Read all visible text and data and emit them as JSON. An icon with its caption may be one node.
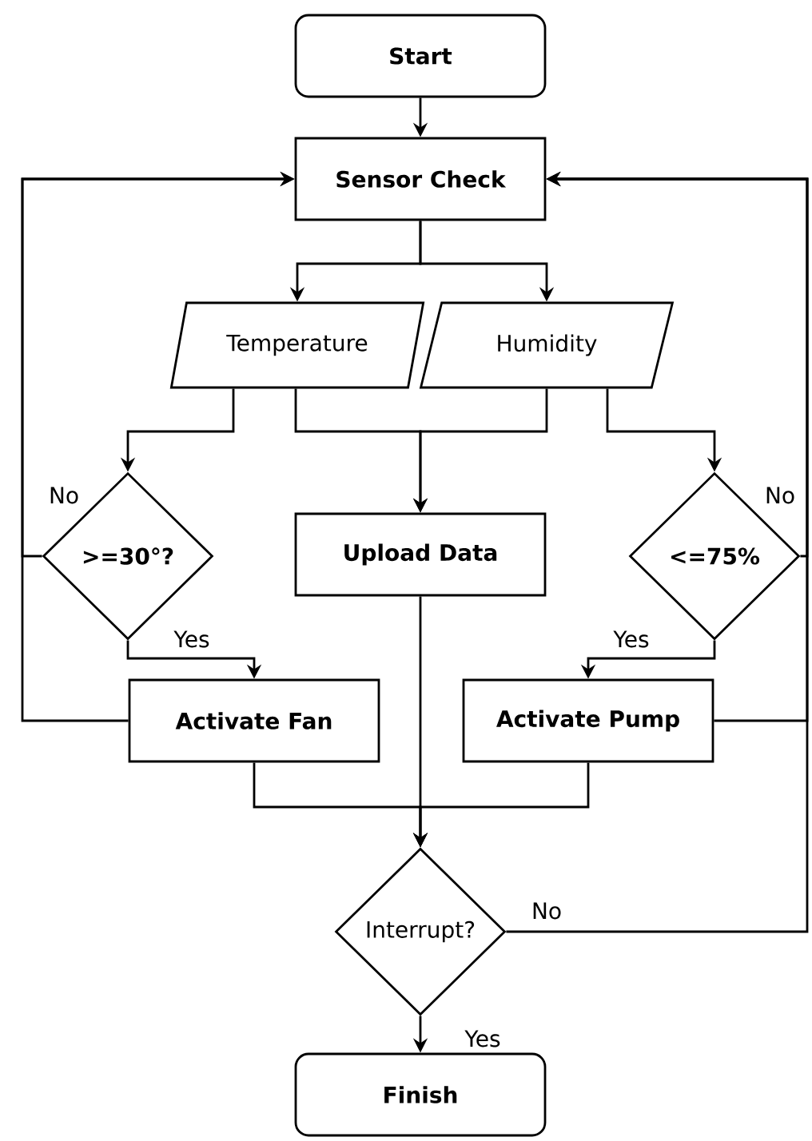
{
  "diagram": {
    "nodes": [
      {
        "text": [
          "Start"
        ]
      },
      {
        "text": [
          "Sensor Check"
        ]
      },
      {
        "text": [
          "Temperature"
        ]
      },
      {
        "text": [
          "Humidity"
        ]
      },
      {
        "text": [
          ">=30°?"
        ]
      },
      {
        "text": [
          "Upload Data"
        ]
      },
      {
        "text": [
          "<=75%"
        ]
      },
      {
        "text": [
          "Activate Fan"
        ]
      },
      {
        "text": [
          "Activate Pump"
        ]
      },
      {
        "text": [
          "Interrupt?"
        ]
      },
      {
        "text": [
          "Finish"
        ]
      }
    ],
    "edges": [
      {
        "from": 0,
        "to": 1,
        "arrow": "to"
      },
      {
        "from": 1,
        "to": 2,
        "arrow": "to"
      },
      {
        "from": 1,
        "to": 3,
        "arrow": "to"
      },
      {
        "from": 2,
        "to": 4,
        "arrow": "to"
      },
      {
        "from": 2,
        "to": 5,
        "arrow": "to"
      },
      {
        "from": 3,
        "to": 5,
        "arrow": "to"
      },
      {
        "from": 3,
        "to": 6,
        "arrow": "to"
      },
      {
        "from": 4,
        "to": 1,
        "arrow": "to",
        "label": "No"
      },
      {
        "from": 4,
        "to": 7,
        "arrow": "to",
        "label": "Yes"
      },
      {
        "from": 7,
        "to": 1,
        "arrow": "to"
      },
      {
        "from": 6,
        "to": 1,
        "arrow": "to",
        "label": "No"
      },
      {
        "from": 6,
        "to": 8,
        "arrow": "to",
        "label": "Yes"
      },
      {
        "from": 8,
        "to": 1,
        "arrow": "to"
      },
      {
        "from": 5,
        "to": 9,
        "arrow": "to"
      },
      {
        "from": 7,
        "to": 9,
        "arrow": "to"
      },
      {
        "from": 8,
        "to": 9,
        "arrow": "to"
      },
      {
        "from": 9,
        "to": 1,
        "arrow": "to",
        "label": "No"
      },
      {
        "from": 9,
        "to": 10,
        "arrow": "to",
        "label": "Yes"
      }
    ]
  }
}
